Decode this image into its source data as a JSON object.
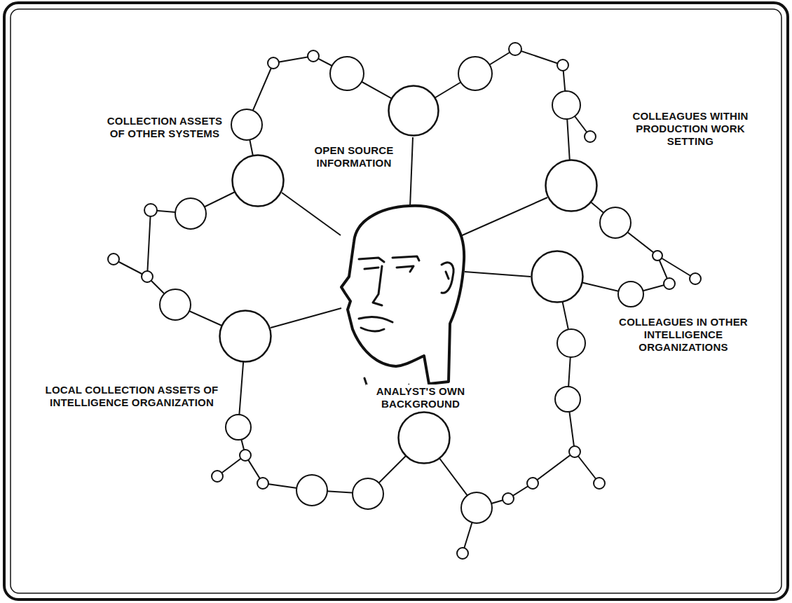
{
  "diagram": {
    "nodes": [
      {
        "text": [
          "COLLECTION ASSETS OF OTHER SYSTEMS"
        ]
      },
      {
        "text": [
          "OPEN SOURCE INFORMATION"
        ]
      },
      {
        "text": [
          "COLLEAGUES WITHIN PRODUCTION WORK SETTING"
        ]
      },
      {
        "text": [
          "COLLEAGUES IN OTHER INTELLIGENCE ORGANIZATIONS"
        ]
      },
      {
        "text": [
          "ANALYST'S OWN BACKGROUND"
        ]
      },
      {
        "text": [
          "LOCAL COLLECTION ASSETS OF INTELLIGENCE ORGANIZATION"
        ]
      }
    ]
  }
}
